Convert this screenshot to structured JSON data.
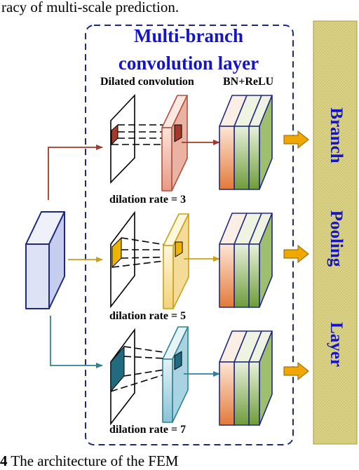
{
  "caption_top": "racy of multi-scale prediction.",
  "caption_bottom_number": "4",
  "caption_bottom_text": " The architecture of the FEM",
  "title_line1": "Multi-branch",
  "title_line2": "convolution layer",
  "label_dilated": "Dilated convolution",
  "label_bn": "BN+ReLU",
  "rates": [
    "dilation rate = 3",
    "dilation rate = 5",
    "dilation rate = 7"
  ],
  "side_words": [
    "Branch",
    "Pooling",
    "Layer"
  ],
  "colors": {
    "title_blue": "#1515c8",
    "border_blue": "#1e2a80",
    "input_fill": "#dde2f5",
    "branch1_arrow": "#a33a2c",
    "branch2_arrow": "#c9a018",
    "branch3_arrow": "#2f8296",
    "output_arrow": "#f0a800",
    "pooling_fill": "#d8d080"
  }
}
